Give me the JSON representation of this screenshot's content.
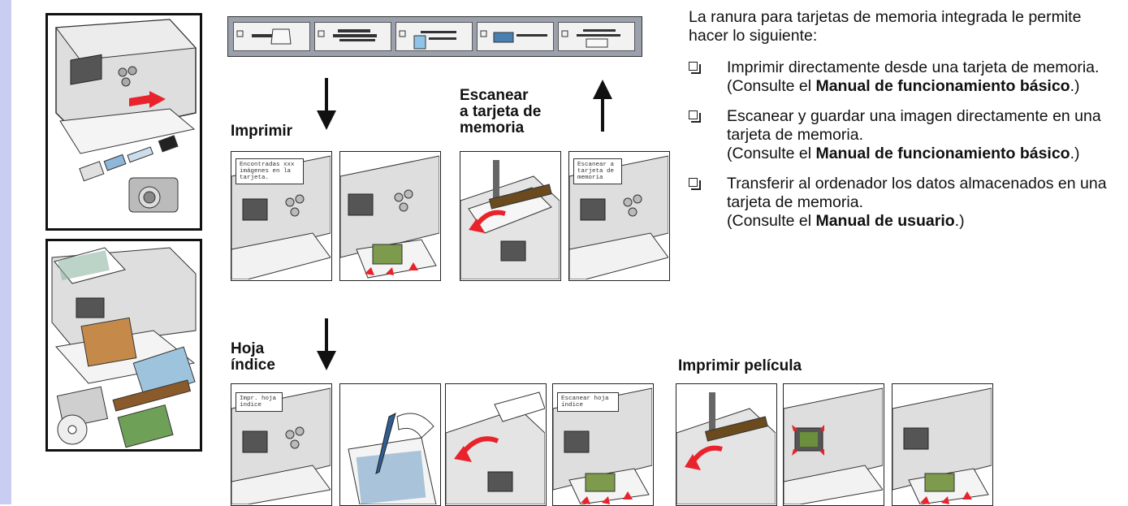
{
  "labels": {
    "print": "Imprimir",
    "scan_to_card": "Escanear\na tarjeta de\nmemoria",
    "index_sheet": "Hoja\níndice",
    "print_film": "Imprimir película"
  },
  "callouts": {
    "found_images": "Encontradas xxx\nimágenes en la\ntarjeta.",
    "scan_to_card": "Escanear a\ntarjeta de\nmemoria",
    "print_index": "Impr. hoja\níndice",
    "scan_index": "Escanear hoja\níndice"
  },
  "text": {
    "intro": "La ranura para tarjetas de memoria integrada le permite hacer lo siguiente:",
    "items": [
      {
        "main": "Imprimir directamente desde una tarjeta de memoria.",
        "ref_pre": "(Consulte el ",
        "ref_bold": "Manual de funcionamiento básico",
        "ref_post": ".)"
      },
      {
        "main": "Escanear y guardar una imagen directamente en una tarjeta de memoria.",
        "ref_pre": "(Consulte el ",
        "ref_bold": "Manual de funcionamiento básico",
        "ref_post": ".)"
      },
      {
        "main": "Transferir al ordenador los datos almacenados en una tarjeta de memoria.",
        "ref_pre": "(Consulte el ",
        "ref_bold": "Manual de usuario",
        "ref_post": ".)"
      }
    ]
  }
}
